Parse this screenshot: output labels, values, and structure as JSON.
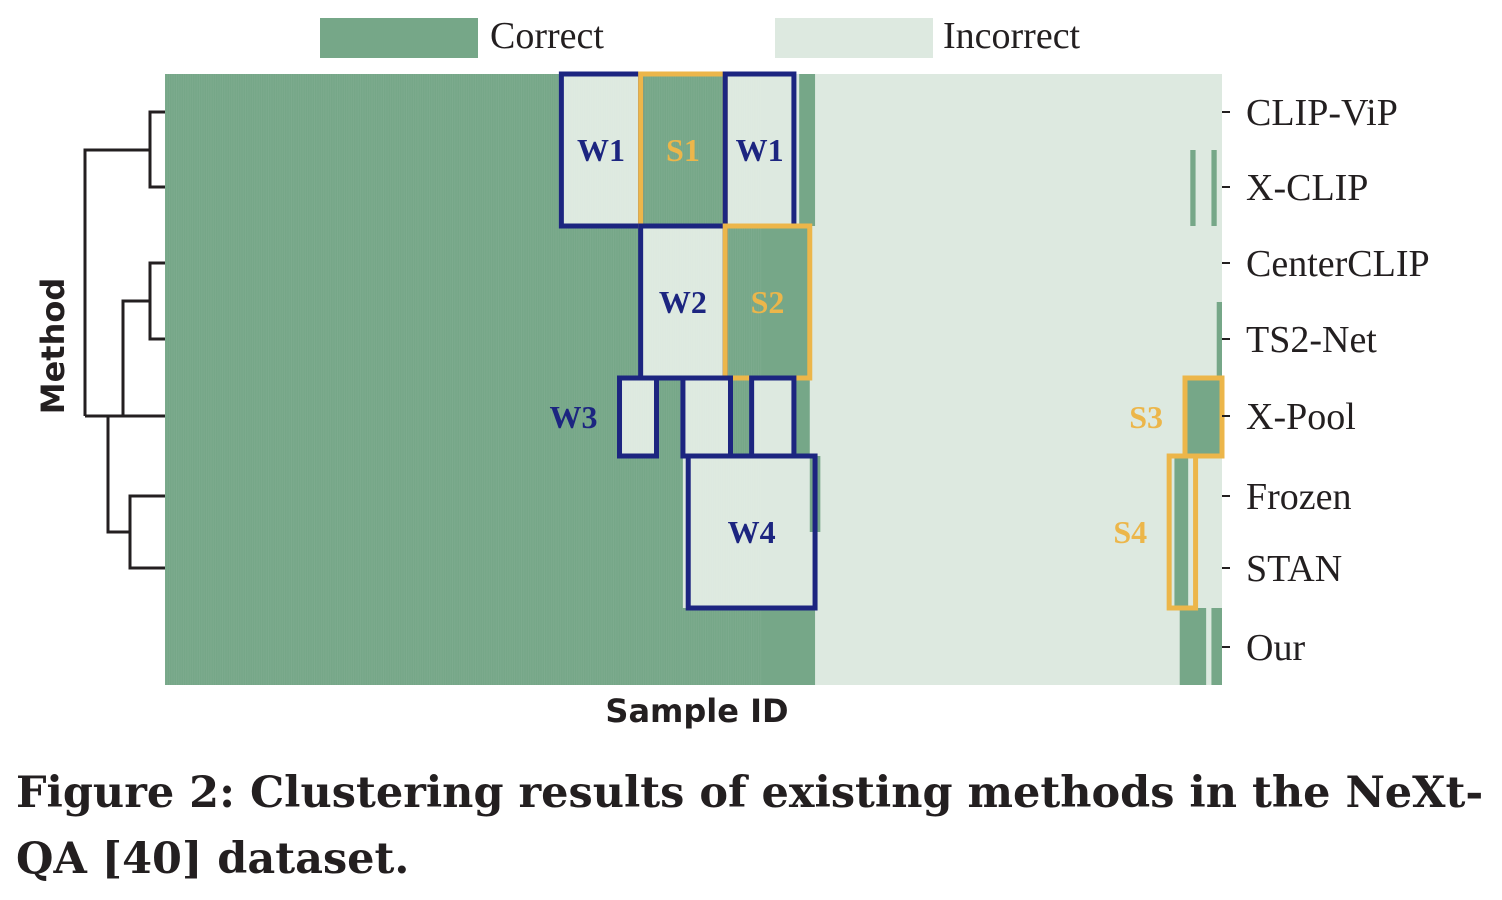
{
  "chart_data": {
    "type": "heatmap",
    "legend": {
      "placement": "top",
      "entries": [
        {
          "label": "Correct",
          "color": "#76a788"
        },
        {
          "label": "Incorrect",
          "color": "#dde9e0"
        }
      ]
    },
    "xlabel": "Sample ID",
    "ylabel": "Method",
    "rows": [
      "CLIP-ViP",
      "X-CLIP",
      "CenterCLIP",
      "TS2-Net",
      "X-Pool",
      "Frozen",
      "STAN",
      "Our"
    ],
    "x_range": [
      0,
      1
    ],
    "row_segments": [
      {
        "method": "CLIP-ViP",
        "correct": [
          [
            0.0,
            0.375
          ],
          [
            0.45,
            0.53
          ],
          [
            0.6,
            0.615
          ]
        ]
      },
      {
        "method": "X-CLIP",
        "correct": [
          [
            0.0,
            0.375
          ],
          [
            0.45,
            0.53
          ],
          [
            0.6,
            0.615
          ],
          [
            0.97,
            0.975
          ],
          [
            0.99,
            0.995
          ]
        ]
      },
      {
        "method": "CenterCLIP",
        "correct": [
          [
            0.0,
            0.45
          ],
          [
            0.53,
            0.61
          ]
        ]
      },
      {
        "method": "TS2-Net",
        "correct": [
          [
            0.0,
            0.45
          ],
          [
            0.53,
            0.61
          ],
          [
            0.995,
            1.0
          ]
        ]
      },
      {
        "method": "X-Pool",
        "correct": [
          [
            0.0,
            0.43
          ],
          [
            0.465,
            0.49
          ],
          [
            0.535,
            0.555
          ],
          [
            0.595,
            0.61
          ],
          [
            0.965,
            1.0
          ]
        ]
      },
      {
        "method": "Frozen",
        "correct": [
          [
            0.0,
            0.49
          ],
          [
            0.62,
            0.61
          ],
          [
            0.955,
            0.968
          ]
        ]
      },
      {
        "method": "STAN",
        "correct": [
          [
            0.0,
            0.49
          ],
          [
            0.955,
            0.968
          ]
        ]
      },
      {
        "method": "Our",
        "correct": [
          [
            0.0,
            0.615
          ],
          [
            0.96,
            0.985
          ],
          [
            0.99,
            1.0
          ]
        ]
      }
    ],
    "annotations": [
      {
        "label": "W1",
        "kind": "weak",
        "x": [
          0.375,
          0.45
        ],
        "rows": [
          0,
          1
        ]
      },
      {
        "label": "S1",
        "kind": "strong",
        "x": [
          0.45,
          0.53
        ],
        "rows": [
          0,
          1
        ]
      },
      {
        "label": "W1",
        "kind": "weak",
        "x": [
          0.53,
          0.595
        ],
        "rows": [
          0,
          1
        ]
      },
      {
        "label": "W2",
        "kind": "weak",
        "x": [
          0.45,
          0.53
        ],
        "rows": [
          2,
          3
        ]
      },
      {
        "label": "S2",
        "kind": "strong",
        "x": [
          0.53,
          0.61
        ],
        "rows": [
          2,
          3
        ]
      },
      {
        "label": "W3",
        "kind": "weak",
        "x": [
          0.43,
          0.465
        ],
        "rows": [
          4,
          4
        ]
      },
      {
        "label": "",
        "kind": "weak",
        "x": [
          0.49,
          0.535
        ],
        "rows": [
          4,
          4
        ]
      },
      {
        "label": "",
        "kind": "weak",
        "x": [
          0.555,
          0.595
        ],
        "rows": [
          4,
          4
        ]
      },
      {
        "label": "S3",
        "kind": "strong",
        "x": [
          0.965,
          1.0
        ],
        "rows": [
          4,
          4
        ]
      },
      {
        "label": "W4",
        "kind": "weak",
        "x": [
          0.495,
          0.615
        ],
        "rows": [
          5,
          6
        ]
      },
      {
        "label": "S4",
        "kind": "strong",
        "x": [
          0.95,
          0.975
        ],
        "rows": [
          5,
          6
        ]
      }
    ],
    "annotation_colors": {
      "weak": "#1c2580",
      "strong": "#ecb64a"
    },
    "dendrogram": "hierarchical clustering of methods (left)"
  },
  "caption": "Figure 2: Clustering results of existing methods in the NeXt-QA [40] dataset."
}
